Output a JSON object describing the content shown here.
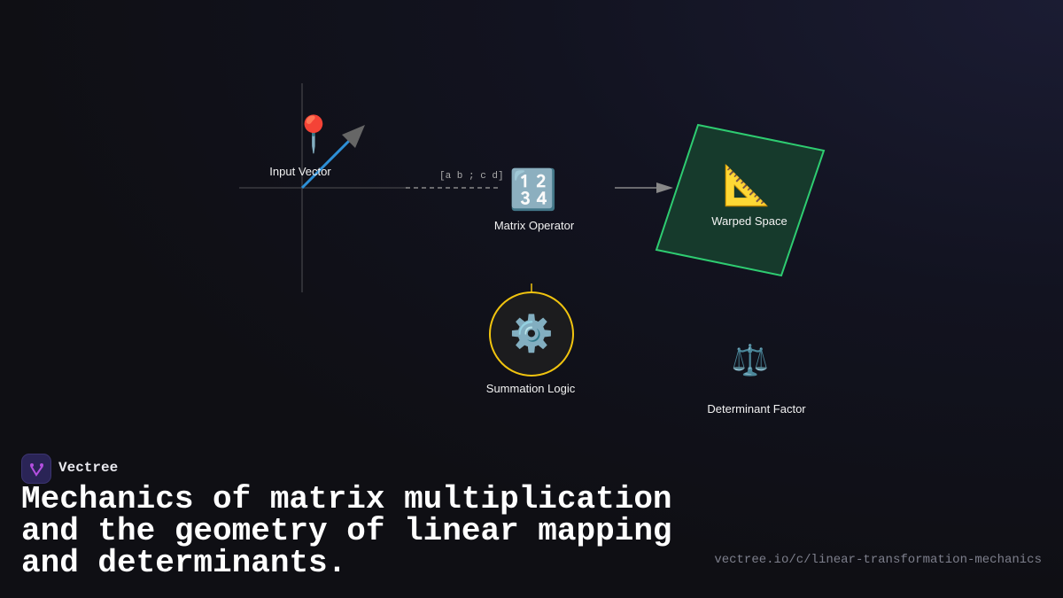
{
  "nodes": {
    "input_vector": {
      "label": "Input Vector",
      "icon": "pushpin-icon"
    },
    "matrix_operator": {
      "label": "Matrix Operator",
      "icon": "numbers-1234-icon",
      "annotation": "[a b ; c d]"
    },
    "warped_space": {
      "label": "Warped Space",
      "icon": "triangular-ruler-icon"
    },
    "summation_logic": {
      "label": "Summation Logic",
      "icon": "gear-icon"
    },
    "determinant_factor": {
      "label": "Determinant Factor",
      "icon": "balance-scale-icon"
    }
  },
  "brand": {
    "name": "Vectree"
  },
  "title": "Mechanics of matrix multiplication and the geometry of linear mapping and determinants.",
  "url": "vectree.io/c/linear-transformation-mechanics",
  "colors": {
    "vector": "#2d8fd6",
    "warped_border": "#2ecc71",
    "warped_fill": "#163a2c",
    "summation_border": "#f1c40f"
  }
}
